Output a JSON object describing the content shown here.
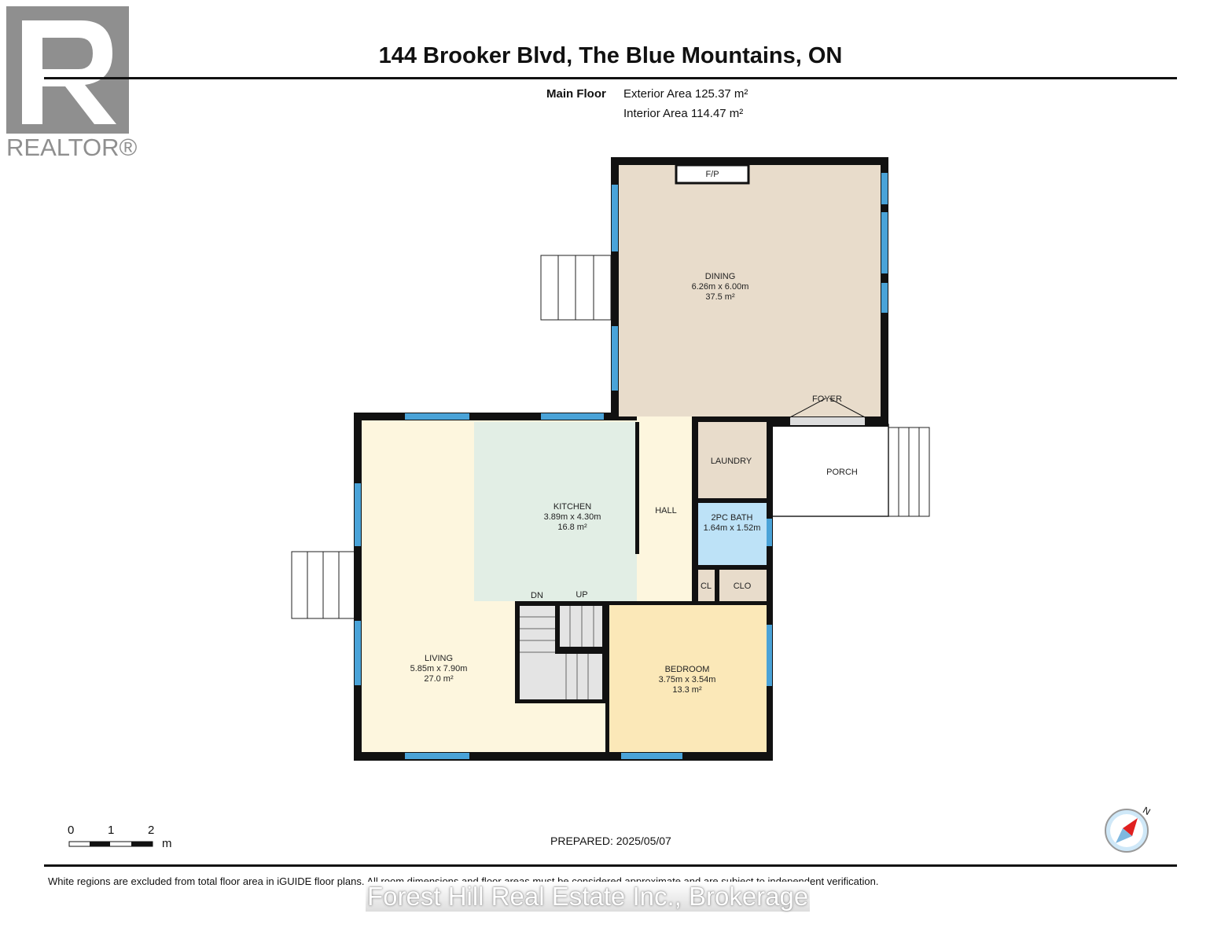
{
  "logo": {
    "text": "REALTOR®"
  },
  "title": "144 Brooker Blvd, The Blue Mountains, ON",
  "floor": {
    "name": "Main Floor",
    "exterior_area": "Exterior Area 125.37 m²",
    "interior_area": "Interior Area 114.47 m²"
  },
  "rooms": {
    "dining": {
      "name": "DINING",
      "dims": "6.26m x 6.00m",
      "area": "37.5 m²",
      "fp": "F/P"
    },
    "foyer": {
      "name": "FOYER"
    },
    "kitchen": {
      "name": "KITCHEN",
      "dims": "3.89m x 4.30m",
      "area": "16.8 m²"
    },
    "hall": {
      "name": "HALL"
    },
    "laundry": {
      "name": "LAUNDRY"
    },
    "porch": {
      "name": "PORCH"
    },
    "bath": {
      "name": "2PC BATH",
      "dims": "1.64m x 1.52m"
    },
    "cl": {
      "name": "CL"
    },
    "clo": {
      "name": "CLO"
    },
    "stairs": {
      "down": "DN",
      "up": "UP"
    },
    "living": {
      "name": "LIVING",
      "dims": "5.85m x 7.90m",
      "area": "27.0 m²"
    },
    "bedroom": {
      "name": "BEDROOM",
      "dims": "3.75m x 3.54m",
      "area": "13.3 m²"
    }
  },
  "scale": {
    "ticks": [
      "0",
      "1",
      "2"
    ],
    "unit": "m"
  },
  "compass": {
    "label": "N"
  },
  "prepared": "PREPARED: 2025/05/07",
  "disclaimer": "White regions are excluded from total floor area in iGUIDE floor plans. All room dimensions and floor areas must be considered approximate and are subject to independent verification.",
  "watermark": "Forest Hill Real Estate Inc., Brokerage",
  "colors": {
    "dining": "#e8dccb",
    "kitchen": "#e2eee5",
    "living": "#fdf6de",
    "bath": "#bde2f7",
    "bedroom": "#fbe8b8",
    "stairs": "#e4e4e4",
    "window": "#4aa3d8",
    "wall": "#111111"
  }
}
